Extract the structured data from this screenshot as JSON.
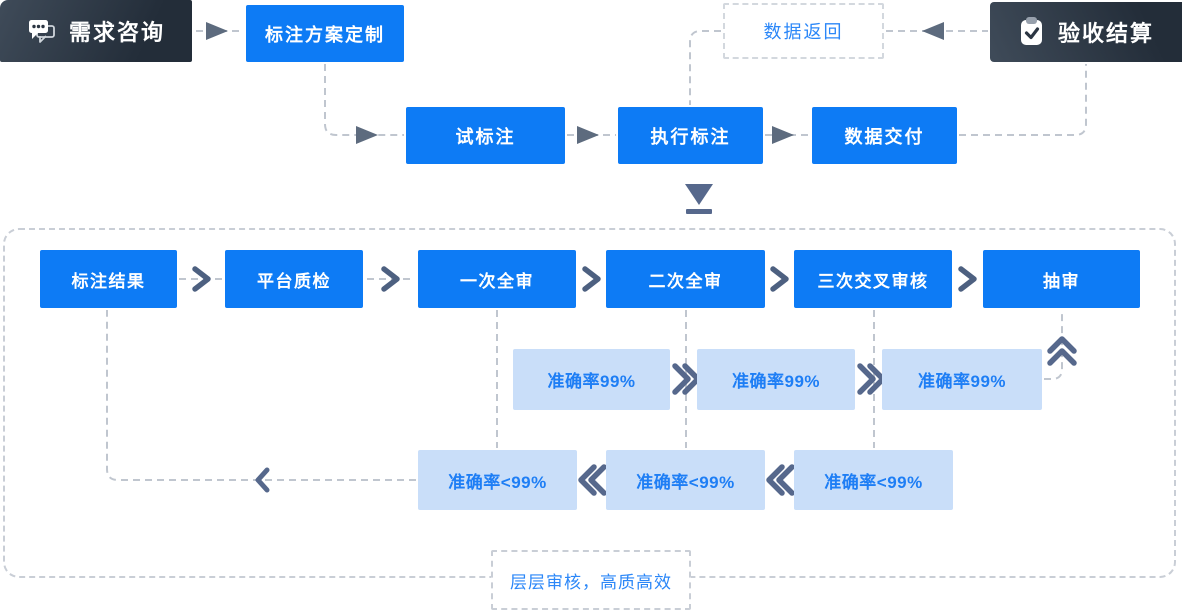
{
  "top_flow": {
    "consult_label": "需求咨询",
    "plan_label": "标注方案定制",
    "data_return_label": "数据返回",
    "acceptance_label": "验收结算",
    "trial_label": "试标注",
    "execute_label": "执行标注",
    "delivery_label": "数据交付"
  },
  "review_flow": {
    "nodes": [
      {
        "label": "标注结果"
      },
      {
        "label": "平台质检"
      },
      {
        "label": "一次全审"
      },
      {
        "label": "二次全审"
      },
      {
        "label": "三次交叉审核"
      },
      {
        "label": "抽审"
      }
    ],
    "pass_label": "准确率99%",
    "fail_label": "准确率<99%",
    "caption": "层层审核，高质高效"
  },
  "icons": {
    "chat_icon": "speech-bubbles",
    "clipboard_icon": "clipboard-check",
    "merge_down_icon": "triangle-down-with-bar"
  },
  "colors": {
    "primary_blue": "#0d7bf5",
    "badge_background": "#c9def9",
    "badge_text": "#1e7ef5",
    "dark_box_gradient_start": "#3f4b59",
    "dark_box_gradient_end": "#232d39",
    "connector_gray": "#c0c6cf",
    "chevron_slate": "#56688c",
    "arrowhead_slate": "#5d6b7e"
  }
}
